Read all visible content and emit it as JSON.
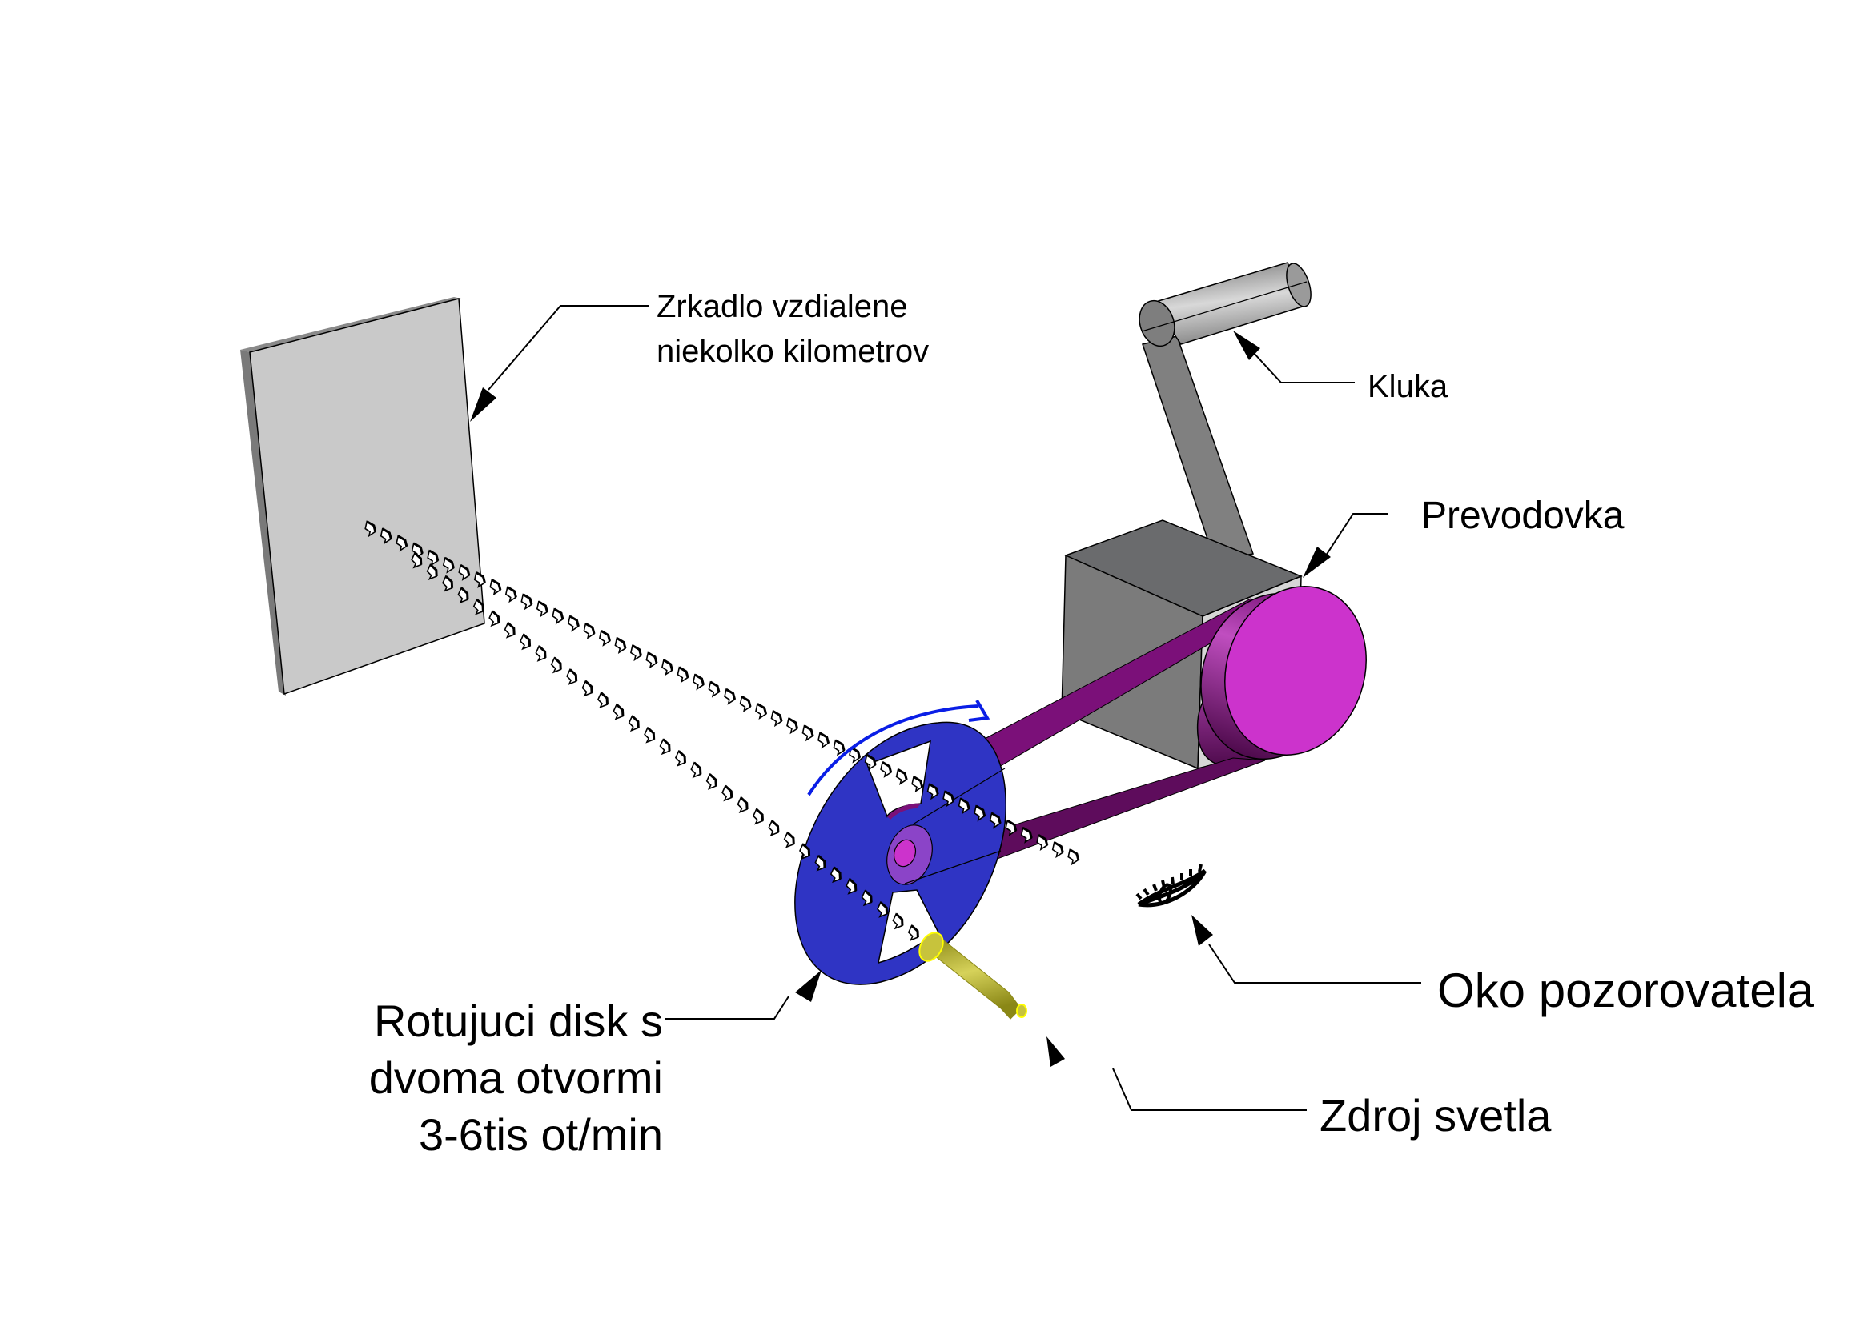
{
  "diagram": {
    "subject": "Fizeau-style rotating disk apparatus for measuring the speed of light",
    "colors": {
      "mirror_face": "#c9c9c9",
      "mirror_edge": "#7a7a7a",
      "gearbox_front": "#7b7b7b",
      "gearbox_top": "#6a6b6d",
      "gearbox_side": "#d6d6d6",
      "crank": "#808080",
      "disk": "#2f34c4",
      "belt": "#7b1079",
      "belt_dark": "#5e0c5c",
      "pulley_face": "#cc33cc",
      "light_source": "#b9b62e",
      "light_outline": "#ffff00",
      "rotation_arrow": "#0a1ee6",
      "text": "#000000"
    },
    "labels": {
      "mirror": [
        "Zrkadlo vzdialene",
        "niekolko kilometrov"
      ],
      "crank": "Kluka",
      "gearbox": "Prevodovka",
      "disk": [
        "Rotujuci disk s",
        "dvoma otvormi",
        "3-6tis ot/min"
      ],
      "eye": "Oko pozorovatela",
      "light_source": "Zdroj svetla"
    },
    "icons": {
      "eye": "eye-icon",
      "rotation": "curved-arrow-icon",
      "beam_arrow": "chevron-arrow-icon"
    }
  }
}
